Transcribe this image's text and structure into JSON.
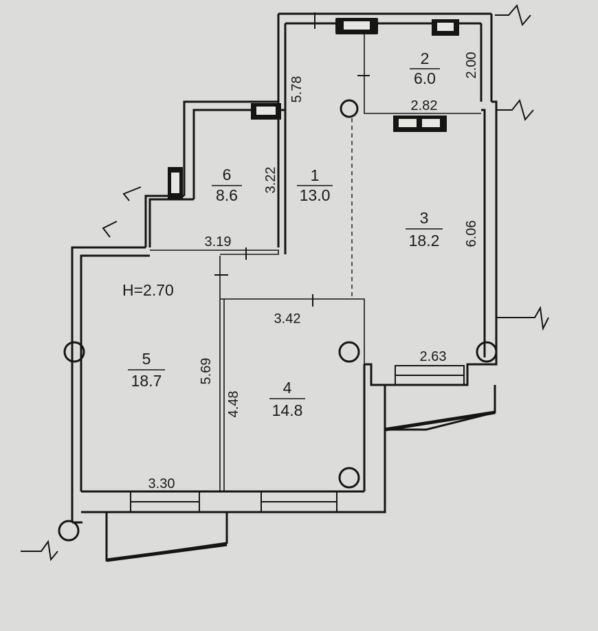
{
  "plan": {
    "ceiling_height": "H=2.70",
    "rooms": [
      {
        "number": "1",
        "area": "13.0"
      },
      {
        "number": "2",
        "area": "6.0"
      },
      {
        "number": "3",
        "area": "18.2"
      },
      {
        "number": "4",
        "area": "14.8"
      },
      {
        "number": "5",
        "area": "18.7"
      },
      {
        "number": "6",
        "area": "8.6"
      }
    ],
    "dimensions": {
      "d578": "5.78",
      "d200": "2.00",
      "d282": "2.82",
      "d322": "3.22",
      "d319": "3.19",
      "d606": "6.06",
      "d342": "3.42",
      "d263": "2.63",
      "d569": "5.69",
      "d448": "4.48",
      "d330": "3.30"
    }
  }
}
